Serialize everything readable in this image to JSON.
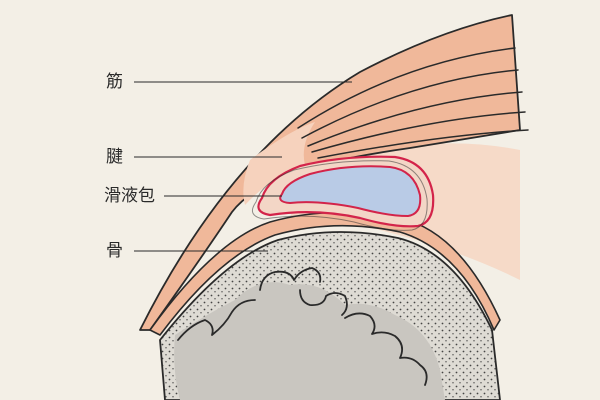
{
  "colors": {
    "background": "#f3efe6",
    "muscle": "#f0b89a",
    "tendon": "#f6d2bd",
    "bursa_fill": "#b9cbe6",
    "bursa_outline": "#d3244a",
    "bone": "#d9d6cf",
    "marrow": "#c8c5c0",
    "outline": "#2a2a2a"
  },
  "labels": {
    "muscle": "筋",
    "tendon": "腱",
    "bursa": "滑液包",
    "bone": "骨"
  }
}
